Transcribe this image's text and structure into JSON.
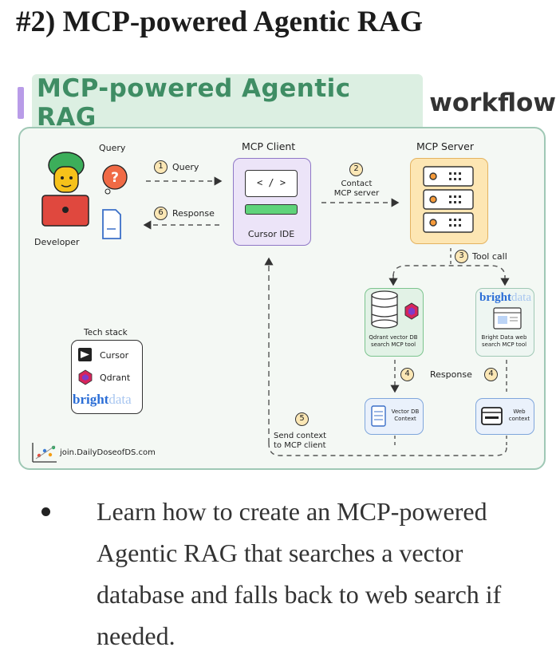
{
  "heading": "#2) MCP-powered Agentic RAG",
  "workflow_title": {
    "highlight": "MCP-powered Agentic RAG",
    "plain": "workflow"
  },
  "diagram": {
    "developer": "Developer",
    "query_label": "Query",
    "mcp_client_label": "MCP Client",
    "mcp_server_label": "MCP Server",
    "cursor_ide": "Cursor IDE",
    "code_glyph": "< / >",
    "steps": [
      {
        "num": "1",
        "text": "Query"
      },
      {
        "num": "2",
        "text": "Contact\nMCP server"
      },
      {
        "num": "3",
        "text": "Tool call"
      },
      {
        "num": "4",
        "text": "Response"
      },
      {
        "num": "5",
        "text": "Send context\nto MCP client"
      },
      {
        "num": "6",
        "text": "Response"
      }
    ],
    "step4_second_num": "4",
    "qdrant_tool": "Qdrant vector DB\nsearch MCP tool",
    "bright_tool": "Bright Data web\nsearch MCP tool",
    "bright_logo": {
      "bold": "bright",
      "light": "data"
    },
    "vector_ctx": "Vector DB\nContext",
    "web_ctx": "Web\ncontext",
    "tech_stack": {
      "title": "Tech stack",
      "items": [
        "Cursor",
        "Qdrant"
      ],
      "bright_bold": "bright",
      "bright_light": "data"
    },
    "watermark": "join.DailyDoseofDS.com"
  },
  "bullet": "Learn how to create an MCP-powered Agentic RAG that searches a vector database and falls back to web search if needed.",
  "colors": {
    "highlight_bg": "#dcefe2",
    "highlight_text": "#3f8d64",
    "accent_bar": "#b99ce8",
    "diagram_bg": "#f4f8f4",
    "diagram_border": "#9fc8b5",
    "server_bg": "#fde6b3",
    "client_bg": "#ece4f8",
    "client_screen_bar": "#5fd37a",
    "step_badge": "#fbe7b5"
  }
}
